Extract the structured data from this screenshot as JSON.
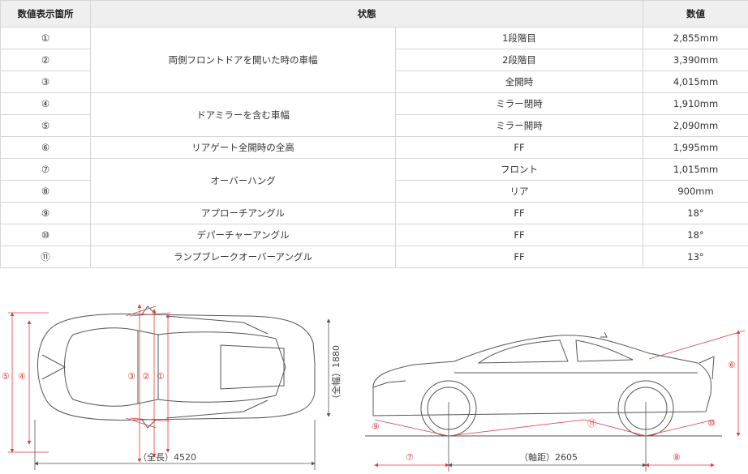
{
  "table": {
    "headers": [
      "数値表示箇所",
      "状態",
      "数値"
    ],
    "rows": [
      {
        "mark": "①",
        "state": "両側フロントドアを開いた時の車幅",
        "sub": "1段階目",
        "value": "2,855mm"
      },
      {
        "mark": "②",
        "state": "",
        "sub": "2段階目",
        "value": "3,390mm"
      },
      {
        "mark": "③",
        "state": "",
        "sub": "全開時",
        "value": "4,015mm"
      },
      {
        "mark": "④",
        "state": "ドアミラーを含む車幅",
        "sub": "ミラー閉時",
        "value": "1,910mm"
      },
      {
        "mark": "⑤",
        "state": "",
        "sub": "ミラー開時",
        "value": "2,090mm"
      },
      {
        "mark": "⑥",
        "state": "リアゲート全開時の全高",
        "sub": "FF",
        "value": "1,995mm"
      },
      {
        "mark": "⑦",
        "state": "オーバーハング",
        "sub": "フロント",
        "value": "1,015mm"
      },
      {
        "mark": "⑧",
        "state": "",
        "sub": "リア",
        "value": "900mm"
      },
      {
        "mark": "⑨",
        "state": "アプローチアングル",
        "sub": "FF",
        "value": "18°"
      },
      {
        "mark": "⑩",
        "state": "デパーチャーアングル",
        "sub": "FF",
        "value": "18°"
      },
      {
        "mark": "⑪",
        "state": "ランプブレークオーバーアングル",
        "sub": "FF",
        "value": "13°"
      }
    ]
  },
  "diagram": {
    "top_view": {
      "width_label": "（全幅）1880",
      "length_label": "（全長）4520",
      "markers": [
        "⑤",
        "④",
        "③",
        "②",
        "①"
      ]
    },
    "side_view": {
      "wheelbase_label": "（軸距）2605",
      "markers": [
        "⑥",
        "⑦",
        "⑧",
        "⑨",
        "⑩",
        "⑪"
      ]
    },
    "colors": {
      "dimension_red": "#e04040",
      "outline": "#555555"
    }
  }
}
